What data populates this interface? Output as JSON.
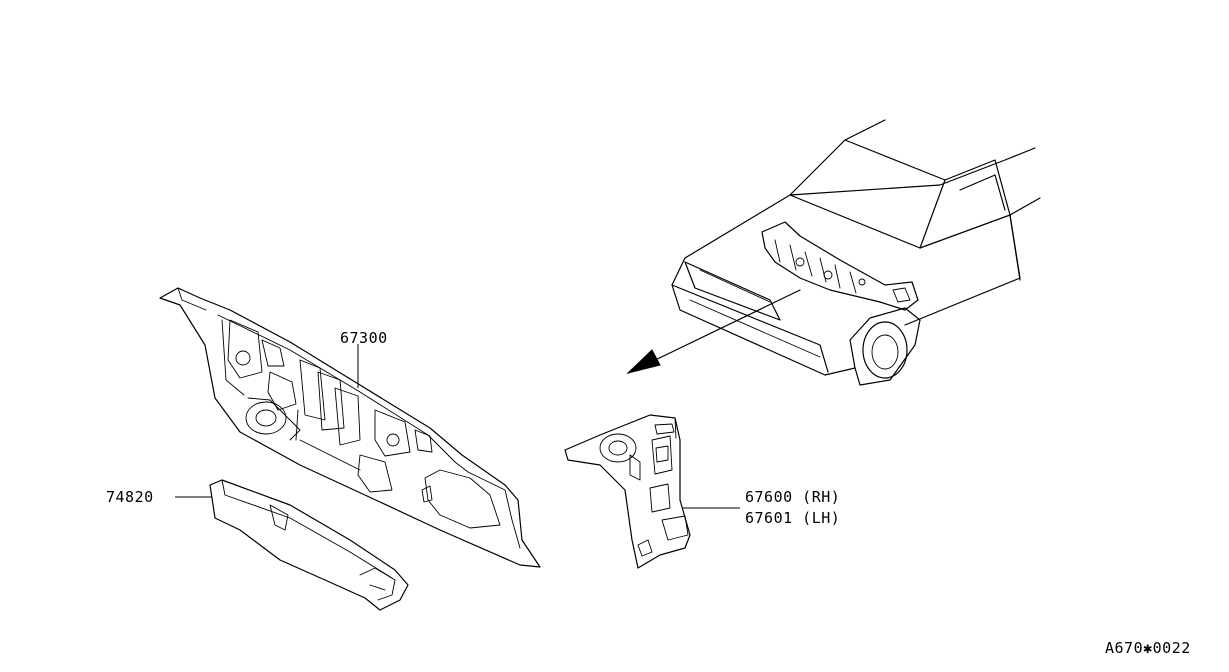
{
  "labels": {
    "dash_panel": "67300",
    "insulator": "74820",
    "side_rh": "67600 (RH)",
    "side_lh": "67601 (LH)"
  },
  "figure_code": "A670✱0022",
  "colors": {
    "ink": "#000000",
    "background": "#ffffff"
  }
}
